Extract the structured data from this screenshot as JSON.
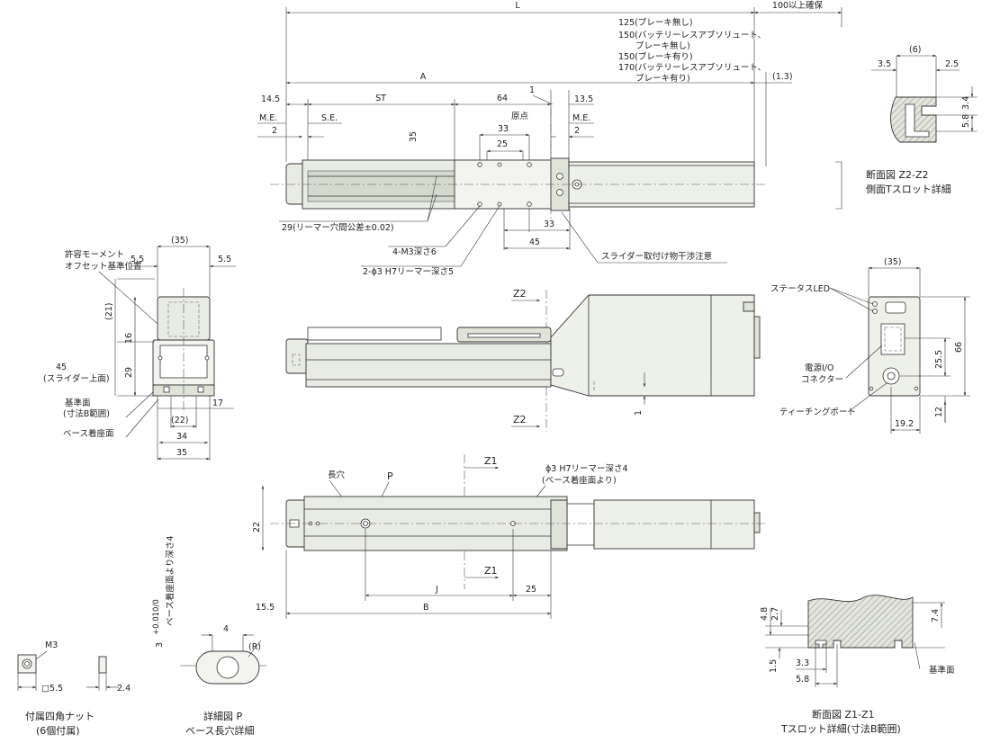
{
  "top_view": {
    "L": "L",
    "clearance": "100以上確保",
    "A": "A",
    "note_125": "125(ブレーキ無し)",
    "note_150a_1": "150(バッテリーレスアブソリュート、",
    "note_150a_2": "ブレーキ無し)",
    "note_150b": "150(ブレーキ有り)",
    "note_170_1": "170(バッテリーレスアブソリュート、",
    "note_170_2": "ブレーキ有り)",
    "d_1_3": "(1.3)",
    "d_14_5": "14.5",
    "ST": "ST",
    "d_64": "64",
    "d_1": "1",
    "d_13_5": "13.5",
    "me_left": "M.E.",
    "se": "S.E.",
    "origin": "原点",
    "me_right": "M.E.",
    "d_2a": "2",
    "d_2b": "2",
    "d_33a": "33",
    "d_25": "25",
    "d_35": "35",
    "reamer_tol": "29(リーマー穴間公差±0.02)",
    "m3": "4-M3深さ6",
    "reamer": "2-ϕ3 H7リーマー深さ5",
    "d_33b": "33",
    "d_45": "45",
    "slider_note": "スライダー取付け物干渉注意"
  },
  "side_view": {
    "z2_top": "Z2",
    "z2_bottom": "Z2",
    "d_1": "1"
  },
  "bottom_view": {
    "z1_top": "Z1",
    "z1_bottom": "Z1",
    "slot": "長穴",
    "P": "P",
    "hole_1": "ϕ3 H7リーマー深さ4",
    "hole_2": "(ベース着座面より)",
    "d_22": "22",
    "J": "J",
    "d_25": "25",
    "B": "B",
    "d_15_5": "15.5"
  },
  "front_view": {
    "moment_1": "許容モーメント",
    "moment_2": "オフセット基準位置",
    "d_35_top": "(35)",
    "d_5_5a": "5.5",
    "d_5_5b": "5.5",
    "d_21": "(21)",
    "d_16": "16",
    "d_29": "29",
    "d_45": "45",
    "slider_top": "(スライダー上面)",
    "ref_1": "基準面",
    "ref_2": "(寸法B範囲)",
    "base_seat": "ベース着座面",
    "d_22": "(22)",
    "d_17": "17",
    "d_34": "34",
    "d_35": "35"
  },
  "end_view": {
    "d_35": "(35)",
    "status_led": "ステータスLED",
    "power_1": "電源I/O",
    "power_2": "コネクター",
    "teaching": "ティーチングポート",
    "d_25_5": "25.5",
    "d_66": "66",
    "d_12": "12",
    "d_19_2": "19.2"
  },
  "section_z2": {
    "d_6": "(6)",
    "d_3_5": "3.5",
    "d_2_5": "2.5",
    "d_3_4": "3.4",
    "d_5_8": "5.8",
    "title_1": "断面図 Z2-Z2",
    "title_2": "側面Tスロット詳細"
  },
  "section_z1": {
    "d_4_8": "4.8",
    "d_2_7": "2.7",
    "d_7_4": "7.4",
    "d_1_5": "1.5",
    "d_3_3": "3.3",
    "d_5_8": "5.8",
    "ref": "基準面",
    "title_1": "断面図 Z1-Z1",
    "title_2": "Tスロット詳細(寸法B範囲)"
  },
  "nut_detail": {
    "m3": "M3",
    "d_5_5": "□5.5",
    "d_2_4": "2.4",
    "title_1": "付属四角ナット",
    "title_2": "(6個付属)"
  },
  "detail_p": {
    "depth": "3",
    "tol": "+0.010/0",
    "depth_note": "ベース着座面より深さ4",
    "d_4": "4",
    "R": "(R)",
    "title_1": "詳細図 P",
    "title_2": "ベース長穴詳細"
  }
}
